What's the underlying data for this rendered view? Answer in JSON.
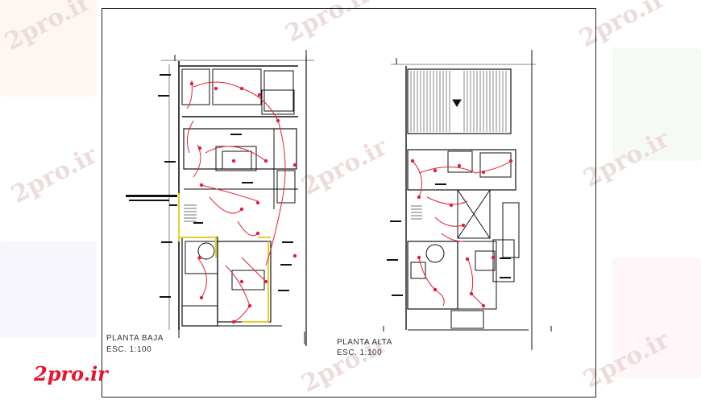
{
  "drawing": {
    "ground_floor": {
      "title": "PLANTA BAJA",
      "scale": "ESC. 1:100"
    },
    "upper_floor": {
      "title": "PLANTA ALTA",
      "scale": "ESC. 1:100"
    }
  },
  "branding": {
    "logo_text": "2pro.ir",
    "watermark_text": "2pro.ir",
    "logo_color": "#e8142a"
  },
  "colors": {
    "walls": "#111111",
    "electrical_circuits": "#e0203a",
    "yellow_walls": "#e6cf2a",
    "annotation": "#111111"
  }
}
